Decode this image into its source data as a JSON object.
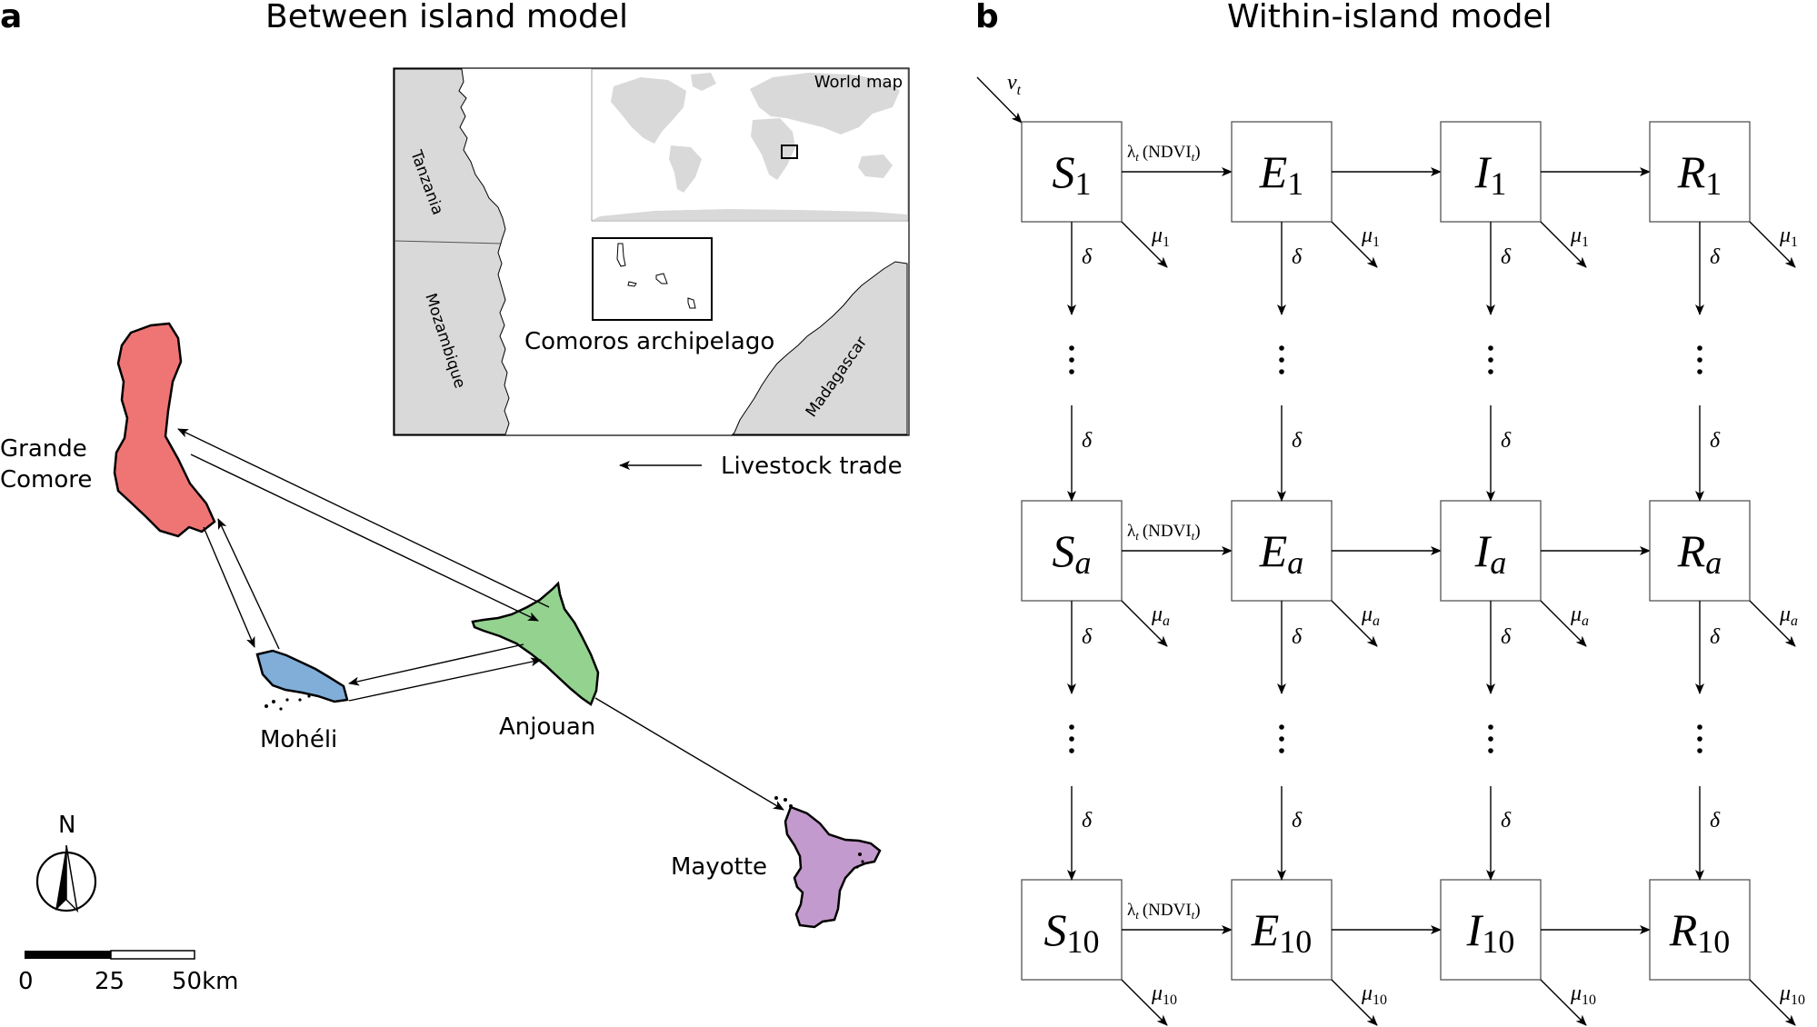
{
  "panel_a": {
    "letter": "a",
    "title": "Between island model",
    "islands": {
      "grande_comore": {
        "line1": "Grande",
        "line2": "Comore",
        "color": "#ef7575"
      },
      "moheli": {
        "name": "Mohéli",
        "color": "#80aed8"
      },
      "anjouan": {
        "name": "Anjouan",
        "color": "#93d28f"
      },
      "mayotte": {
        "name": "Mayotte",
        "color": "#c39acd"
      }
    },
    "inset": {
      "countries": [
        "Tanzania",
        "Mozambique",
        "Madagascar"
      ],
      "world_map_label": "World map",
      "archipelago_label": "Comoros archipelago",
      "land_color": "#d9d9d9"
    },
    "legend": {
      "label": "Livestock trade"
    },
    "north_label": "N",
    "scale": {
      "ticks": [
        "0",
        "25",
        "50km"
      ]
    }
  },
  "panel_b": {
    "letter": "b",
    "title": "Within-island model",
    "inflow": {
      "symbol": "ν",
      "sub": "t"
    },
    "states": [
      "S",
      "E",
      "I",
      "R"
    ],
    "rows": [
      {
        "sub": "1",
        "sub_italic": false
      },
      {
        "sub": "a",
        "sub_italic": true
      },
      {
        "sub": "10",
        "sub_italic": false
      }
    ],
    "mortality_symbol": "μ",
    "ageing_symbol": "δ",
    "force": {
      "lambda": "λ",
      "t": "t",
      "ndvi": "(NDVI",
      "ndvi_t": "t",
      "close": ")"
    },
    "ellipsis": "⋮"
  }
}
